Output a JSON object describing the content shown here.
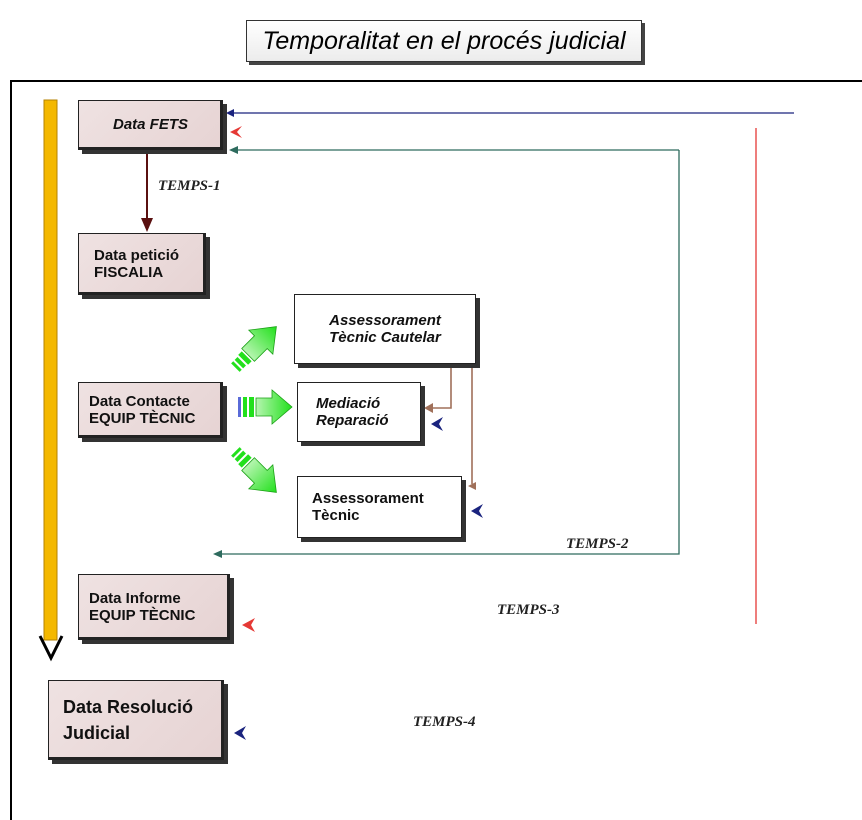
{
  "title": "Temporalitat en el procés judicial",
  "boxes": {
    "fets": "Data FETS",
    "peticio": [
      "Data petició",
      "FISCALIA"
    ],
    "contacte": [
      "Data Contacte",
      "EQUIP TÈCNIC"
    ],
    "informe": [
      "Data Informe",
      "EQUIP TÈCNIC"
    ],
    "resolucio": [
      "Data Resolució",
      "Judicial"
    ],
    "cautelar": [
      "Assessorament",
      "Tècnic Cautelar"
    ],
    "mediacio": [
      "Mediació",
      "Reparació"
    ],
    "assessorament": [
      "Assessorament",
      "Tècnic"
    ]
  },
  "temps": {
    "t1": "TEMPS-1",
    "t2": "TEMPS-2",
    "t3": "TEMPS-3",
    "t4": "TEMPS-4"
  },
  "colors": {
    "timeline": "#f4b800",
    "navy": "#1a237e",
    "red": "#e53935",
    "teal": "#2e6b5e",
    "maroon": "#5a1010",
    "brown": "#a0705a",
    "green": "#22e01c"
  }
}
